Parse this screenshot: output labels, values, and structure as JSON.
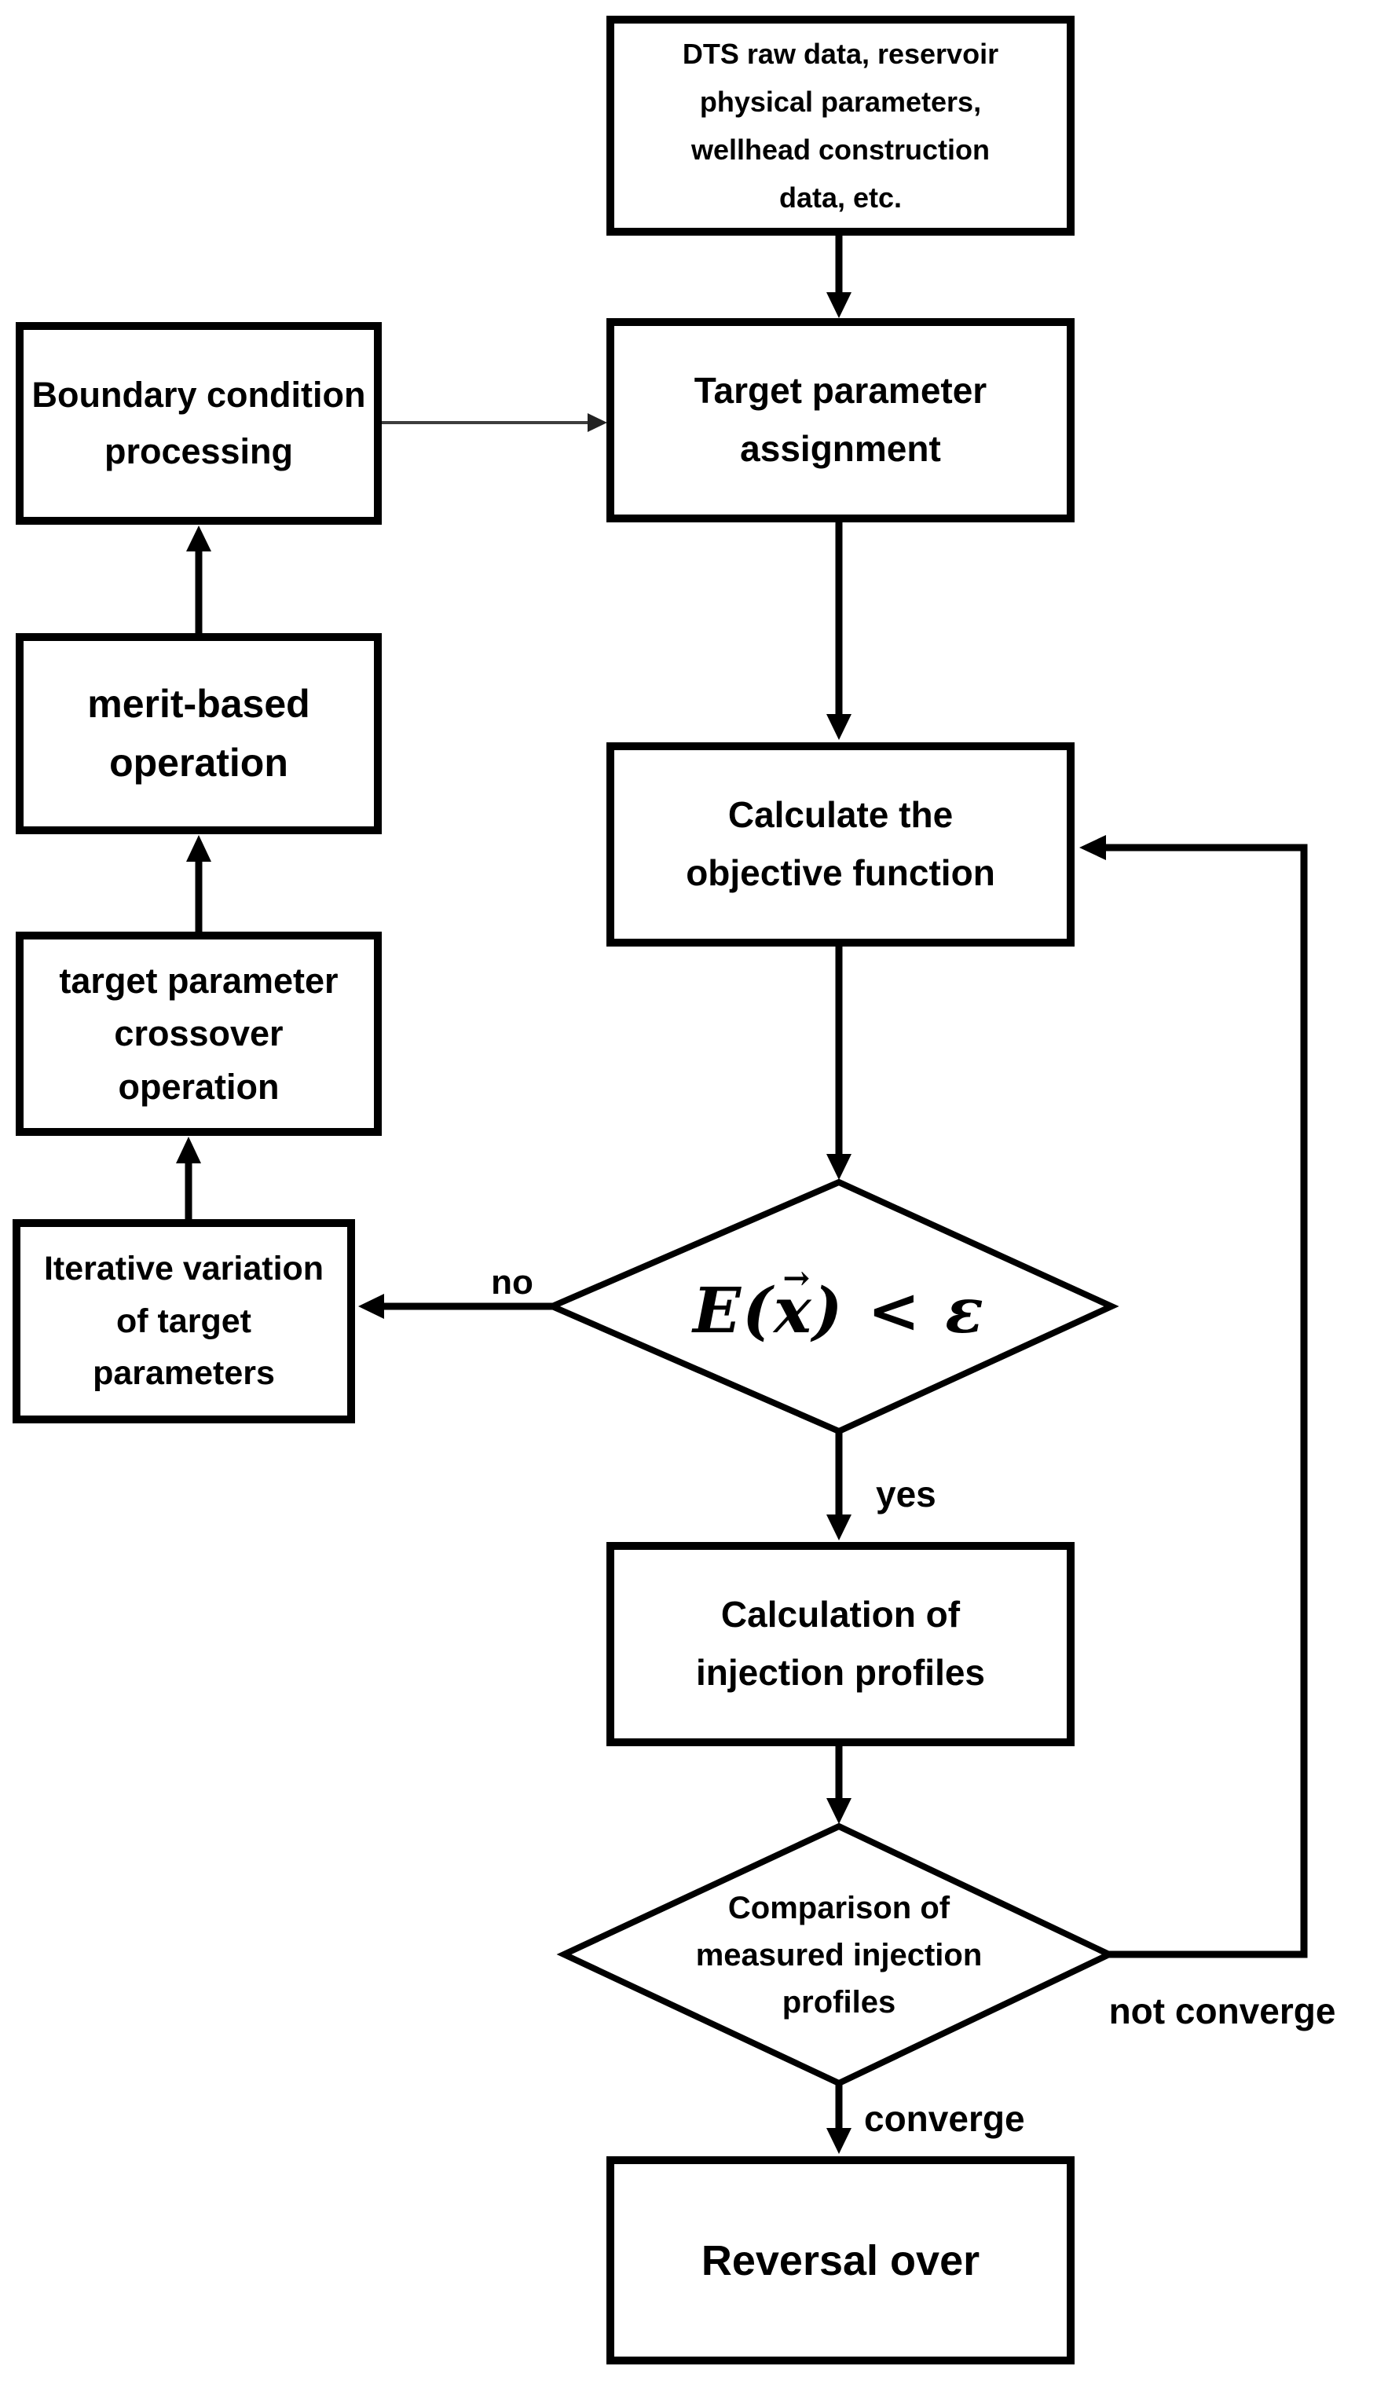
{
  "diagram": {
    "title": "DTS injection-profile inversion workflow flowchart",
    "background_color": "#ffffff",
    "line_color": "#000000",
    "thin_arrow_color": "#3d3d3d",
    "nodes": {
      "dts": {
        "label": "DTS raw data, reservoir\nphysical parameters,\nwellhead construction\ndata, etc."
      },
      "target": {
        "label": "Target parameter\nassignment"
      },
      "boundary": {
        "label": "Boundary condition\nprocessing"
      },
      "merit": {
        "label": "merit-based\noperation"
      },
      "crossover": {
        "label": "target parameter\ncrossover\noperation"
      },
      "iterative": {
        "label": "Iterative variation\nof target\nparameters"
      },
      "calc_obj": {
        "label": "Calculate the\nobjective function"
      },
      "decision_eps": {
        "formula_lead": "E(",
        "formula_x": "x",
        "formula_vec_arrow": "→",
        "formula_tail": ") < ε"
      },
      "calc_inj": {
        "label": "Calculation of\ninjection profiles"
      },
      "decision_cmp": {
        "label": "Comparison of\nmeasured injection\nprofiles"
      },
      "reversal": {
        "label": "Reversal over"
      }
    },
    "edge_labels": {
      "no": "no",
      "yes": "yes",
      "converge": "converge",
      "not_converge": "not converge"
    }
  }
}
